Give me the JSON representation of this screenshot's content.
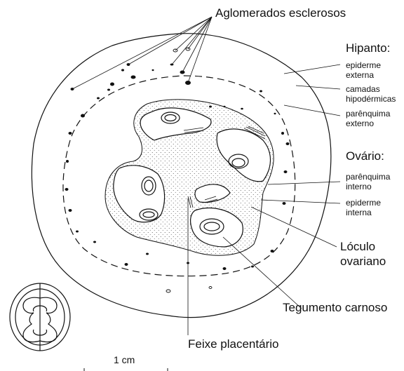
{
  "labels": {
    "aglomerados": "Aglomerados esclerosos",
    "hipanto": "Hipanto:",
    "epiderme_externa_1": "epiderme",
    "epiderme_externa_2": "externa",
    "camadas_1": "camadas",
    "camadas_2": "hipodérmicas",
    "parenquima_externo_1": "parênquima",
    "parenquima_externo_2": "externo",
    "ovario": "Ovário:",
    "parenquima_interno_1": "parênquima",
    "parenquima_interno_2": "interno",
    "epiderme_interna_1": "epiderme",
    "epiderme_interna_2": "interna",
    "loculo_1": "Lóculo",
    "loculo_2": "ovariano",
    "tegumento": "Tegumento carnoso",
    "feixe": "Feixe placentário",
    "scale": "1 cm"
  },
  "colors": {
    "ink": "#111111",
    "background": "#ffffff"
  }
}
